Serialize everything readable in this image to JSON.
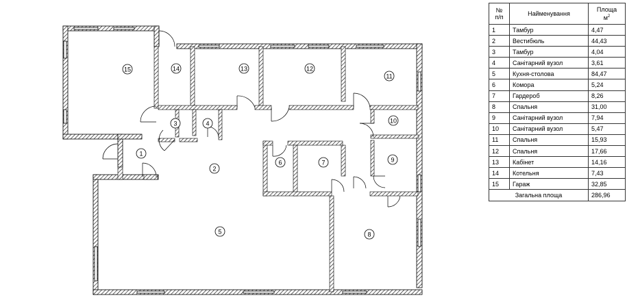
{
  "plan": {
    "room_markers": [
      "1",
      "2",
      "3",
      "4",
      "5",
      "6",
      "7",
      "8",
      "9",
      "10",
      "11",
      "12",
      "13",
      "14",
      "15"
    ]
  },
  "table": {
    "header": {
      "num_line1": "№",
      "num_line2": "п/п",
      "name": "Найменування",
      "area_line1": "Площа",
      "area_line2": "м",
      "area_sup": "2"
    },
    "rows": [
      {
        "num": "1",
        "name": "Тамбур",
        "area": "4,47"
      },
      {
        "num": "2",
        "name": "Вестибюль",
        "area": "44,43"
      },
      {
        "num": "3",
        "name": "Тамбур",
        "area": "4,04"
      },
      {
        "num": "4",
        "name": "Санітарний вузол",
        "area": "3,61"
      },
      {
        "num": "5",
        "name": "Кухня-столова",
        "area": "84,47"
      },
      {
        "num": "6",
        "name": "Комора",
        "area": "5,24"
      },
      {
        "num": "7",
        "name": "Гардероб",
        "area": "8,26"
      },
      {
        "num": "8",
        "name": "Спальня",
        "area": "31,00"
      },
      {
        "num": "9",
        "name": "Санітарний вузол",
        "area": "7,94"
      },
      {
        "num": "10",
        "name": "Санітарний вузол",
        "area": "5,47"
      },
      {
        "num": "11",
        "name": "Спальня",
        "area": "15,93"
      },
      {
        "num": "12",
        "name": "Спальня",
        "area": "17,66"
      },
      {
        "num": "13",
        "name": "Кабінет",
        "area": "14,16"
      },
      {
        "num": "14",
        "name": "Котельня",
        "area": "7,43"
      },
      {
        "num": "15",
        "name": "Гараж",
        "area": "32,85"
      }
    ],
    "total": {
      "label": "Загальна площа",
      "area": "286,96"
    }
  }
}
